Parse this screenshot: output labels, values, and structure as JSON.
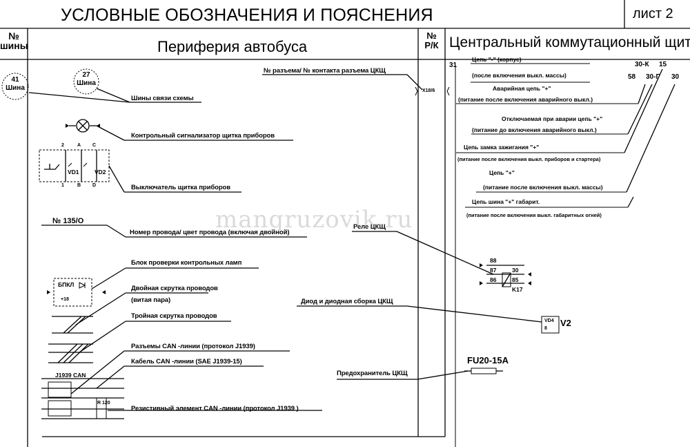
{
  "header": {
    "title": "УСЛОВНЫЕ ОБОЗНАЧЕНИЯ И ПОЯСНЕНИЯ",
    "sheet": "лист 2"
  },
  "columns": {
    "bus_no_line1": "№",
    "bus_no_line2": "шины",
    "periphery": "Периферия автобуса",
    "rk_line1": "№",
    "rk_line2": "Р/К",
    "central": "Центральный коммутационный щит"
  },
  "left_legend": {
    "bus41_num": "41",
    "bus41_word": "Шина",
    "bus27_num": "27",
    "bus27_word": "Шина",
    "bus_links": "Шины связи схемы",
    "indicator": "Контрольный сигнализатор щитка приборов",
    "switch": "Выключатель щитка приборов",
    "switch_pins": [
      "2",
      "A",
      "C",
      "1",
      "B",
      "D"
    ],
    "vd1": "VD1",
    "vd2": "VD2",
    "wire_sample": "№ 135/О",
    "wire_desc": "Номер провода/ цвет провода (включая двойной)",
    "lamp_block": "Блок проверки контрольных ламп",
    "bpkl": "БПКЛ",
    "bpkl_plus": "+18",
    "twisted_pair": "Двойная скрутка проводов",
    "twisted_pair_sub": "(витая пара)",
    "triple": "Тройная скрутка проводов",
    "can_connectors": "Разъемы CAN -линии (протокол J1939)",
    "can_cable": "Кабель CAN -линии (SAE J1939-15)",
    "j1939": "J1939 CAN",
    "resistor": "Резистивный элемент CAN -линии (протокол J1939 )",
    "resistor_val": "R 120"
  },
  "middle": {
    "connector_desc": "№ разъема/ № контакта разъема ЦКЩ",
    "connector_ref": "X18/6",
    "relay": "Реле ЦКЩ",
    "relay_pins": [
      "88",
      "87",
      "30",
      "86",
      "85"
    ],
    "relay_name": "K17",
    "diode": "Диод и диодная сборка ЦКЩ",
    "diode_ref": "VD4",
    "diode_pin": "8",
    "diode_name": "V2",
    "fuse_name": "FU20-15A",
    "fuse": "Предохранитель ЦКЩ"
  },
  "right_legend": {
    "circuit_numbers": [
      "31",
      "58",
      "30-Г",
      "30-К",
      "15",
      "30"
    ],
    "ground": "Цепь \"-\" (корпус)",
    "ground_sub": "(после включения выкл. массы)",
    "emergency": "Аварийная цепь \"+\"",
    "emergency_sub": "(питание после включения аварийного выкл.)",
    "disconnectable": "Отключаемая при аварии цепь \"+\"",
    "disconnectable_sub": "(питание до включения аварийного выкл.)",
    "ignition": "Цепь замка зажигания \"+\"",
    "ignition_sub": "(питание после включения выкл. приборов и стартера)",
    "plus": "Цепь \"+\"",
    "plus_sub": "(питание после включения выкл. массы)",
    "marker": "Цепь шина \"+\" габарит.",
    "marker_sub": "(питание после включения выкл. габаритных огней)"
  },
  "watermark": "mangruzovik.ru"
}
